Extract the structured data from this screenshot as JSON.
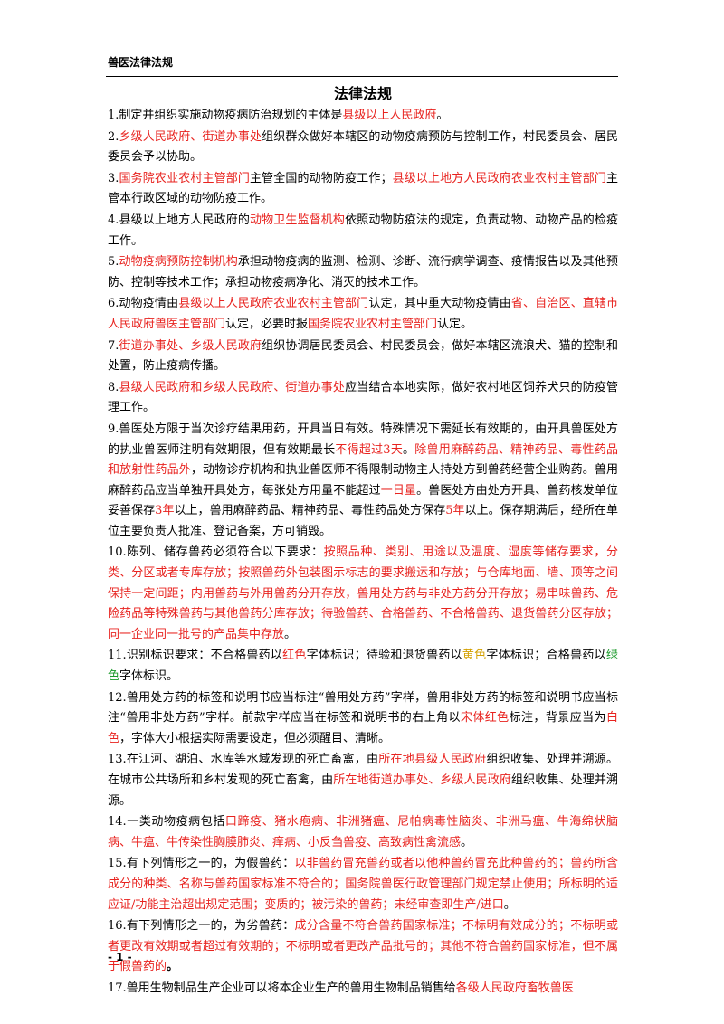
{
  "header": {
    "text": "兽医法律法规"
  },
  "title": "法律法规",
  "items": [
    {
      "segs": [
        {
          "t": "1.制定并组织实施动物疫病防治规划的主体是"
        },
        {
          "t": "县级以上人民政府",
          "c": "r"
        },
        {
          "t": "。"
        }
      ]
    },
    {
      "segs": [
        {
          "t": "2."
        },
        {
          "t": "乡级人民政府、街道办事处",
          "c": "r"
        },
        {
          "t": "组织群众做好本辖区的动物疫病预防与控制工作，村民委员会、居民委员会予以协助。"
        }
      ]
    },
    {
      "segs": [
        {
          "t": "3."
        },
        {
          "t": "国务院农业农村主管部门",
          "c": "r"
        },
        {
          "t": "主管全国的动物防疫工作；"
        },
        {
          "t": "县级以上地方人民政府农业农村主管部门",
          "c": "r"
        },
        {
          "t": "主管本行政区域的动物防疫工作。"
        }
      ]
    },
    {
      "segs": [
        {
          "t": "4.县级以上地方人民政府的"
        },
        {
          "t": "动物卫生监督机构",
          "c": "r"
        },
        {
          "t": "依照动物防疫法的规定，负责动物、动物产品的检疫工作。"
        }
      ]
    },
    {
      "segs": [
        {
          "t": "5."
        },
        {
          "t": "动物疫病预防控制机构",
          "c": "r"
        },
        {
          "t": "承担动物疫病的监测、检测、诊断、流行病学调查、疫情报告以及其他预防、控制等技术工作；承担动物疫病净化、消灭的技术工作。"
        }
      ]
    },
    {
      "segs": [
        {
          "t": "6.动物疫情由"
        },
        {
          "t": "县级以上人民政府农业农村主管部门",
          "c": "r"
        },
        {
          "t": "认定，其中重大动物疫情由"
        },
        {
          "t": "省、自治区、直辖市人民政府兽医主管部门",
          "c": "r"
        },
        {
          "t": "认定，必要时报"
        },
        {
          "t": "国务院农业农村主管部门",
          "c": "r"
        },
        {
          "t": "认定。"
        }
      ]
    },
    {
      "segs": [
        {
          "t": "7."
        },
        {
          "t": "街道办事处、乡级人民政府",
          "c": "r"
        },
        {
          "t": "组织协调居民委员会、村民委员会，做好本辖区流浪犬、猫的控制和处置，防止疫病传播。"
        }
      ]
    },
    {
      "segs": [
        {
          "t": "8."
        },
        {
          "t": "县级人民政府和乡级人民政府、街道办事处",
          "c": "r"
        },
        {
          "t": "应当结合本地实际，做好农村地区饲养犬只的防疫管理工作。"
        }
      ]
    },
    {
      "segs": [
        {
          "t": "9.兽医处方限于当次诊疗结果用药，开具当日有效。特殊情况下需延长有效期的，由开具兽医处方的执业兽医师注明有效期限，但有效期最长"
        },
        {
          "t": "不得超过3天",
          "c": "r"
        },
        {
          "t": "。"
        },
        {
          "t": "除兽用麻醉药品、精神药品、毒性药品和放射性药品外",
          "c": "r"
        },
        {
          "t": "，动物诊疗机构和执业兽医师不得限制动物主人持处方到兽药经营企业购药。兽用麻醉药品应当单独开具处方，每张处方用量不能超过"
        },
        {
          "t": "一日量",
          "c": "r"
        },
        {
          "t": "。兽医处方由处方开具、兽药核发单位妥善保存"
        },
        {
          "t": "3年",
          "c": "r"
        },
        {
          "t": "以上，兽用麻醉药品、精神药品、毒性药品处方保存"
        },
        {
          "t": "5年",
          "c": "r"
        },
        {
          "t": "以上。保存期满后，经所在单位主要负责人批准、登记备案，方可销毁。"
        }
      ]
    },
    {
      "segs": [
        {
          "t": "10.陈列、储存兽药必须符合以下要求："
        },
        {
          "t": "按照品种、类别、用途以及温度、湿度等储存要求，分类、分区或者专库存放；按照兽药外包装图示标志的要求搬运和存放；与仓库地面、墙、顶等之间保持一定间距；内用兽药与外用兽药分开存放，兽用处方药与非处方药分开存放；易串味兽药、危险药品等特殊兽药与其他兽药分库存放；待验兽药、合格兽药、不合格兽药、退货兽药分区存放；同一企业同一批号的产品集中存放",
          "c": "r"
        },
        {
          "t": "。"
        }
      ]
    },
    {
      "segs": [
        {
          "t": "11.识别标识要求：不合格兽药以"
        },
        {
          "t": "红色",
          "c": "r"
        },
        {
          "t": "字体标识；待验和退货兽药以"
        },
        {
          "t": "黄色",
          "c": "y"
        },
        {
          "t": "字体标识；合格兽药以"
        },
        {
          "t": "绿色",
          "c": "g"
        },
        {
          "t": "字体标识。"
        }
      ]
    },
    {
      "segs": [
        {
          "t": "12.兽用处方药的标签和说明书应当标注“兽用处方药”字样，兽用非处方药的标签和说明书应当标注“兽用非处方药”字样。前款字样应当在标签和说明书的右上角以"
        },
        {
          "t": "宋体红色",
          "c": "r"
        },
        {
          "t": "标注，背景应当为"
        },
        {
          "t": "白色",
          "c": "r"
        },
        {
          "t": "，字体大小根据实际需要设定，但必须醒目、清晰。"
        }
      ]
    },
    {
      "segs": [
        {
          "t": "13.在江河、湖泊、水库等水域发现的死亡畜禽，由"
        },
        {
          "t": "所在地县级人民政府",
          "c": "r"
        },
        {
          "t": "组织收集、处理并溯源。在城市公共场所和乡村发现的死亡畜禽，由"
        },
        {
          "t": "所在地街道办事处、乡级人民政府",
          "c": "r"
        },
        {
          "t": "组织收集、处理并溯源。"
        }
      ]
    },
    {
      "segs": [
        {
          "t": "14.一类动物疫病包括"
        },
        {
          "t": "口蹄疫、猪水疱病、非洲猪瘟、尼帕病毒性脑炎、非洲马瘟、牛海绵状脑病、牛瘟、牛传染性胸膜肺炎、痒病、小反刍兽疫、高致病性禽流感",
          "c": "r"
        },
        {
          "t": "。"
        }
      ]
    },
    {
      "segs": [
        {
          "t": "15.有下列情形之一的，为假兽药："
        },
        {
          "t": "以非兽药冒充兽药或者以他种兽药冒充此种兽药的；兽药所含成分的种类、名称与兽药国家标准不符合的；国务院兽医行政管理部门规定禁止使用；所标明的适应证/功能主治超出规定范围；变质的；被污染的兽药；未经审查即生产/进口",
          "c": "r"
        },
        {
          "t": "。"
        }
      ]
    },
    {
      "segs": [
        {
          "t": "16.有下列情形之一的，为劣兽药："
        },
        {
          "t": "成分含量不符合兽药国家标准；不标明有效成分的；不标明或者更改有效期或者超过有效期的；不标明或者更改产品批号的；其他不符合兽药国家标准，但不属于假兽药的",
          "c": "r"
        },
        {
          "t": "。",
          "c": "b"
        }
      ]
    },
    {
      "segs": [
        {
          "t": "17.兽用生物制品生产企业可以将本企业生产的兽用生物制品销售给"
        },
        {
          "t": "各级人民政府畜牧兽医",
          "c": "r"
        }
      ]
    }
  ],
  "footer": {
    "text": "- 1 -"
  }
}
